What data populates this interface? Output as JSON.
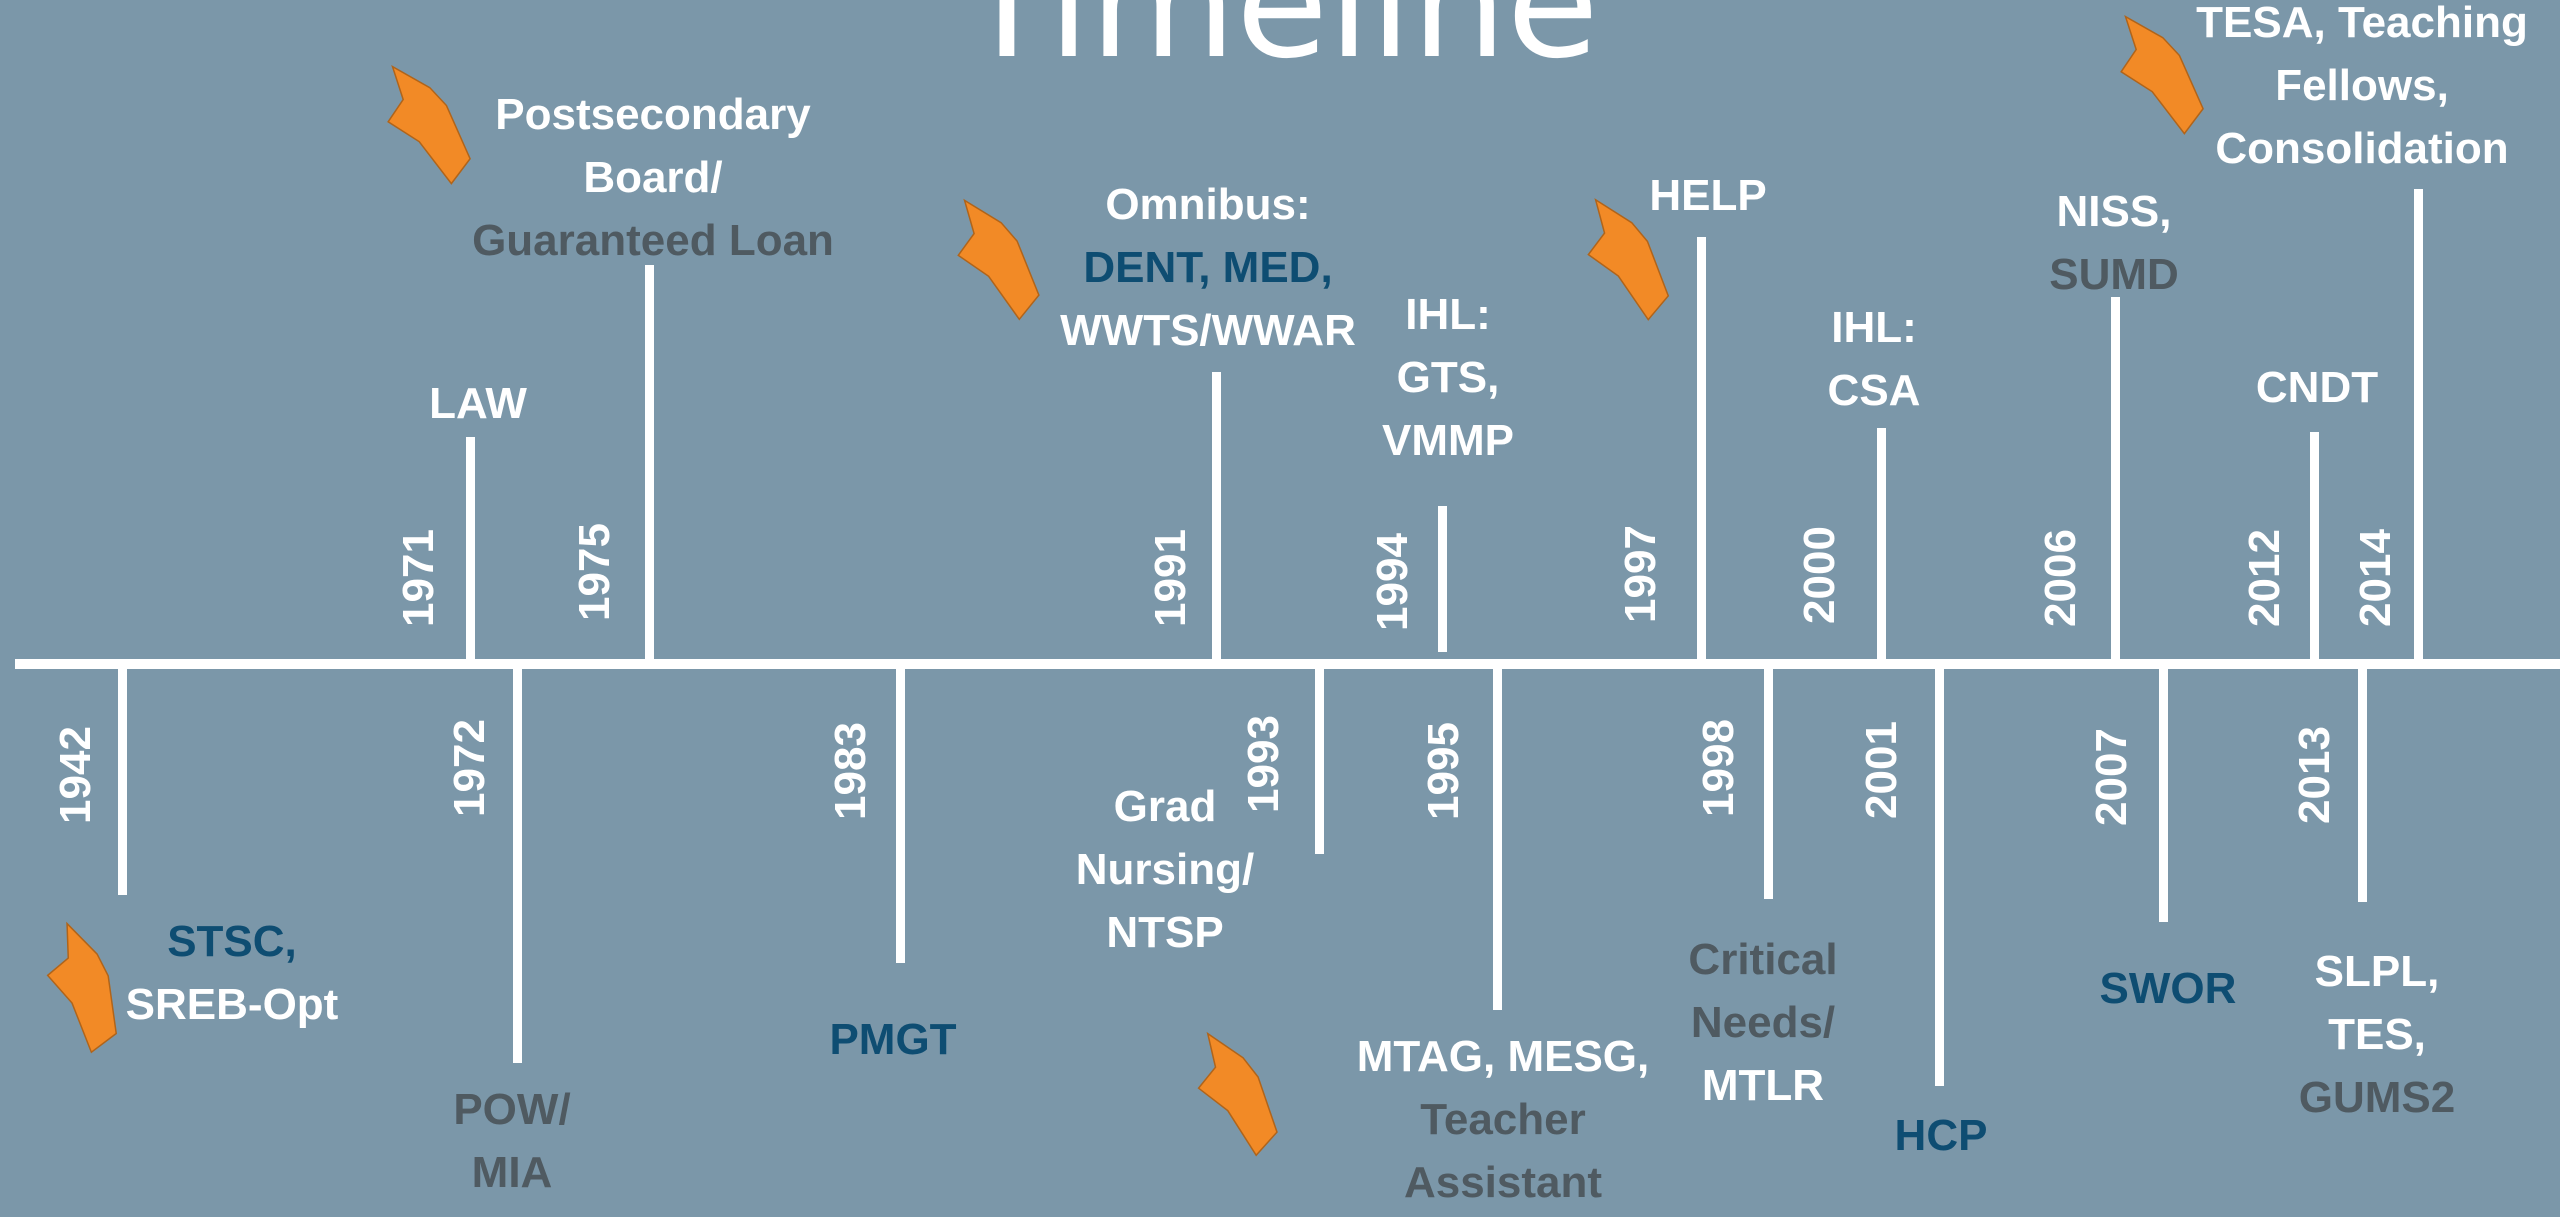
{
  "title": "Timeline",
  "colors": {
    "background": "#7b97a9",
    "white": "#ffffff",
    "blue": "#0e4d72",
    "gray": "#4f5a61",
    "arrow": "#f28a26"
  },
  "events": [
    {
      "year": "1942",
      "label": [
        {
          "text": "STSC,",
          "color": "blue"
        },
        {
          "text": "SREB-Opt",
          "color": "white"
        }
      ]
    },
    {
      "year": "1971",
      "label": [
        {
          "text": "LAW",
          "color": "white"
        }
      ]
    },
    {
      "year": "1972",
      "label": [
        {
          "text": "POW/",
          "color": "gray"
        },
        {
          "text": "MIA",
          "color": "gray"
        }
      ]
    },
    {
      "year": "1975",
      "label": [
        {
          "text": "Postsecondary",
          "color": "white"
        },
        {
          "text": "Board/",
          "color": "white"
        },
        {
          "text": "Guaranteed Loan",
          "color": "gray"
        }
      ]
    },
    {
      "year": "1983",
      "label": [
        {
          "text": "PMGT",
          "color": "blue"
        }
      ]
    },
    {
      "year": "1991",
      "label": [
        {
          "text": "Omnibus:",
          "color": "white"
        },
        {
          "text": "DENT, MED,",
          "color": "blue"
        },
        {
          "text": "WWTS/WWAR",
          "color": "white"
        }
      ]
    },
    {
      "year": "1993",
      "label": [
        {
          "text": "Grad",
          "color": "white"
        },
        {
          "text": "Nursing/",
          "color": "white"
        },
        {
          "text": "NTSP",
          "color": "white"
        }
      ]
    },
    {
      "year": "1994",
      "label": [
        {
          "text": "IHL:",
          "color": "white"
        },
        {
          "text": "GTS,",
          "color": "white"
        },
        {
          "text": "VMMP",
          "color": "white"
        }
      ]
    },
    {
      "year": "1995",
      "label": [
        {
          "text": "MTAG, MESG,",
          "color": "white"
        },
        {
          "text": "Teacher",
          "color": "gray"
        },
        {
          "text": "Assistant",
          "color": "gray"
        }
      ]
    },
    {
      "year": "1997",
      "label": [
        {
          "text": "HELP",
          "color": "white"
        }
      ]
    },
    {
      "year": "1998",
      "label": [
        {
          "text": "Critical",
          "color": "gray"
        },
        {
          "text": "Needs/",
          "color": "gray"
        },
        {
          "text": "MTLR",
          "color": "white"
        }
      ]
    },
    {
      "year": "2000",
      "label": [
        {
          "text": "IHL:",
          "color": "white"
        },
        {
          "text": "CSA",
          "color": "white"
        }
      ]
    },
    {
      "year": "2001",
      "label": [
        {
          "text": "HCP",
          "color": "blue"
        }
      ]
    },
    {
      "year": "2006",
      "label": [
        {
          "text": "NISS,",
          "color": "white"
        },
        {
          "text": "SUMD",
          "color": "gray"
        }
      ]
    },
    {
      "year": "2007",
      "label": [
        {
          "text": "SWOR",
          "color": "blue"
        }
      ]
    },
    {
      "year": "2012",
      "label": [
        {
          "text": "CNDT",
          "color": "white"
        }
      ]
    },
    {
      "year": "2013",
      "label": [
        {
          "text": "SLPL,",
          "color": "white"
        },
        {
          "text": "TES,",
          "color": "white"
        },
        {
          "text": "GUMS2",
          "color": "gray"
        }
      ]
    },
    {
      "year": "2014",
      "label": [
        {
          "text": "TESA, Teaching",
          "color": "white"
        },
        {
          "text": "Fellows,",
          "color": "white"
        },
        {
          "text": "Consolidation",
          "color": "white"
        }
      ]
    }
  ]
}
